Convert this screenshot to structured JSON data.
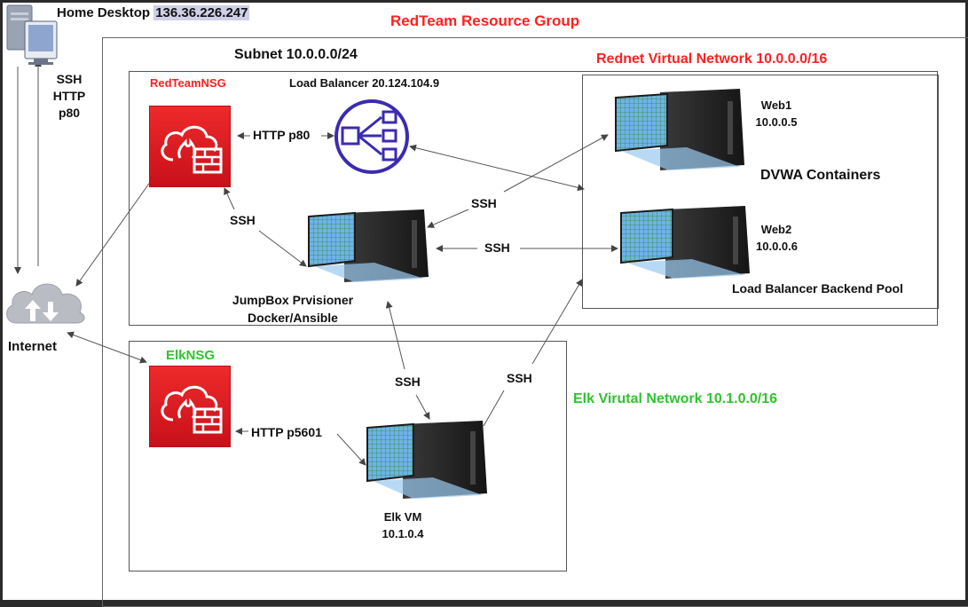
{
  "title": "RedTeam Resource Group",
  "home_desktop": {
    "label": "Home Desktop",
    "ip": "136.36.226.247"
  },
  "home_protocols": [
    "SSH",
    "HTTP",
    "p80"
  ],
  "internet": {
    "label": "Internet"
  },
  "subnet": {
    "label": "Subnet 10.0.0.0/24"
  },
  "rednet": {
    "label": "Rednet Virtual Network 10.0.0.0/16"
  },
  "redteam_nsg": {
    "label": "RedTeamNSG"
  },
  "load_balancer": {
    "label": "Load Balancer 20.124.104.9"
  },
  "web1": {
    "name": "Web1",
    "ip": "10.0.0.5"
  },
  "web2": {
    "name": "Web2",
    "ip": "10.0.0.6"
  },
  "dvwa": {
    "label": "DVWA Containers"
  },
  "backend_pool": {
    "label": "Load Balancer Backend Pool"
  },
  "jumpbox": {
    "line1": "JumpBox Prvisioner",
    "line2": "Docker/Ansible"
  },
  "elk_nsg": {
    "label": "ElkNSG"
  },
  "elk_network": {
    "label": "Elk Virutal Network 10.1.0.0/16"
  },
  "elk_vm": {
    "name": "Elk VM",
    "ip": "10.1.0.4"
  },
  "edges": {
    "nsg_lb": "HTTP p80",
    "nsg_jump": "SSH",
    "jump_web1": "SSH",
    "jump_web2": "SSH",
    "jump_elk": "SSH",
    "elk_web": "SSH",
    "elknsg_elk": "HTTP p5601"
  },
  "colors": {
    "red_label": "#ff1f1f",
    "green_label": "#2ec42e",
    "nsg_fill": "#e0201f",
    "lb_purple": "#3b2bb0"
  }
}
